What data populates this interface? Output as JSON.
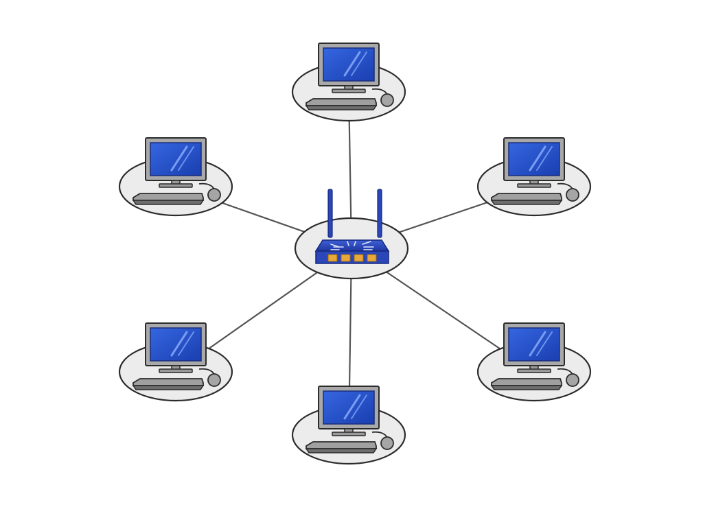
{
  "diagram": {
    "topology": "star",
    "hub": {
      "icon": "wireless-router-icon",
      "kind": "router",
      "port_count": 4
    },
    "nodes": [
      {
        "id": "top",
        "icon": "desktop-computer-icon"
      },
      {
        "id": "upper-left",
        "icon": "desktop-computer-icon"
      },
      {
        "id": "upper-right",
        "icon": "desktop-computer-icon"
      },
      {
        "id": "lower-left",
        "icon": "desktop-computer-icon"
      },
      {
        "id": "lower-right",
        "icon": "desktop-computer-icon"
      },
      {
        "id": "bottom",
        "icon": "desktop-computer-icon"
      }
    ],
    "links": [
      {
        "from": "hub",
        "to": "top"
      },
      {
        "from": "hub",
        "to": "upper-left"
      },
      {
        "from": "hub",
        "to": "upper-right"
      },
      {
        "from": "hub",
        "to": "lower-left"
      },
      {
        "from": "hub",
        "to": "lower-right"
      },
      {
        "from": "hub",
        "to": "bottom"
      }
    ],
    "colors": {
      "screen": "#2250c8",
      "router_body": "#2a46b8",
      "router_ports": "#e8a83a",
      "device_gray": "#8f8f8f",
      "node_fill": "#ececec",
      "outline": "#2b2b2b",
      "link": "#555555"
    }
  }
}
